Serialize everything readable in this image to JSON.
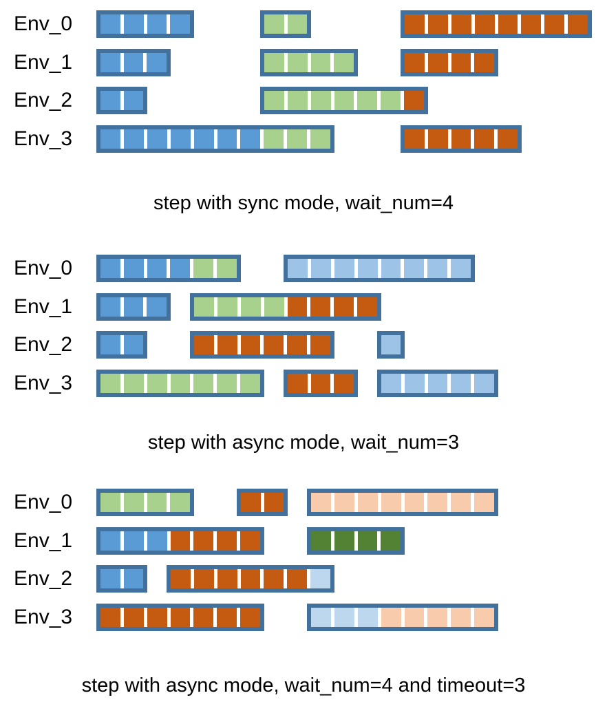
{
  "figure": {
    "background": "#ffffff",
    "palette": {
      "frame": "#41719C",
      "blue": "#5B9BD5",
      "green": "#A9D18E",
      "orange": "#C55A11",
      "lightblue": "#9DC3E6",
      "paleblue": "#BDD7EE",
      "peach": "#F8CBAD",
      "darkgreen": "#548235"
    },
    "panels": [
      {
        "caption": "step with sync mode, wait_num=4",
        "rows": [
          {
            "label": "Env_0",
            "bars": [
              {
                "start": 0,
                "cells": [
                  "blue",
                  "blue",
                  "blue",
                  "blue"
                ]
              },
              {
                "start": 7,
                "cells": [
                  "green",
                  "green"
                ]
              },
              {
                "start": 13,
                "cells": [
                  "orange",
                  "orange",
                  "orange",
                  "orange",
                  "orange",
                  "orange",
                  "orange",
                  "orange"
                ]
              }
            ]
          },
          {
            "label": "Env_1",
            "bars": [
              {
                "start": 0,
                "cells": [
                  "blue",
                  "blue",
                  "blue"
                ]
              },
              {
                "start": 7,
                "cells": [
                  "green",
                  "green",
                  "green",
                  "green"
                ]
              },
              {
                "start": 13,
                "cells": [
                  "orange",
                  "orange",
                  "orange",
                  "orange"
                ]
              }
            ]
          },
          {
            "label": "Env_2",
            "bars": [
              {
                "start": 0,
                "cells": [
                  "blue",
                  "blue"
                ]
              },
              {
                "start": 7,
                "cells": [
                  "green",
                  "green",
                  "green",
                  "green",
                  "green",
                  "green",
                  "orange"
                ]
              }
            ]
          },
          {
            "label": "Env_3",
            "bars": [
              {
                "start": 0,
                "cells": [
                  "blue",
                  "blue",
                  "blue",
                  "blue",
                  "blue",
                  "blue",
                  "blue",
                  "green",
                  "green",
                  "green"
                ]
              },
              {
                "start": 13,
                "cells": [
                  "orange",
                  "orange",
                  "orange",
                  "orange",
                  "orange"
                ]
              }
            ]
          }
        ]
      },
      {
        "caption": "step with async mode, wait_num=3",
        "rows": [
          {
            "label": "Env_0",
            "bars": [
              {
                "start": 0,
                "cells": [
                  "blue",
                  "blue",
                  "blue",
                  "blue",
                  "green",
                  "green"
                ]
              },
              {
                "start": 8,
                "cells": [
                  "lightblue",
                  "lightblue",
                  "lightblue",
                  "lightblue",
                  "lightblue",
                  "lightblue",
                  "lightblue",
                  "lightblue"
                ]
              }
            ]
          },
          {
            "label": "Env_1",
            "bars": [
              {
                "start": 0,
                "cells": [
                  "blue",
                  "blue",
                  "blue"
                ]
              },
              {
                "start": 4,
                "cells": [
                  "green",
                  "green",
                  "green",
                  "green",
                  "orange",
                  "orange",
                  "orange",
                  "orange"
                ]
              }
            ]
          },
          {
            "label": "Env_2",
            "bars": [
              {
                "start": 0,
                "cells": [
                  "blue",
                  "blue"
                ]
              },
              {
                "start": 4,
                "cells": [
                  "orange",
                  "orange",
                  "orange",
                  "orange",
                  "orange",
                  "orange"
                ]
              },
              {
                "start": 12,
                "cells": [
                  "lightblue"
                ]
              }
            ]
          },
          {
            "label": "Env_3",
            "bars": [
              {
                "start": 0,
                "cells": [
                  "green",
                  "green",
                  "green",
                  "green",
                  "green",
                  "green",
                  "green"
                ]
              },
              {
                "start": 8,
                "cells": [
                  "orange",
                  "orange",
                  "orange"
                ]
              },
              {
                "start": 12,
                "cells": [
                  "lightblue",
                  "lightblue",
                  "lightblue",
                  "lightblue",
                  "lightblue"
                ]
              }
            ]
          }
        ]
      },
      {
        "caption": "step with async mode, wait_num=4 and timeout=3",
        "rows": [
          {
            "label": "Env_0",
            "bars": [
              {
                "start": 0,
                "cells": [
                  "green",
                  "green",
                  "green",
                  "green"
                ]
              },
              {
                "start": 6,
                "cells": [
                  "orange",
                  "orange"
                ]
              },
              {
                "start": 9,
                "cells": [
                  "peach",
                  "peach",
                  "peach",
                  "peach",
                  "peach",
                  "peach",
                  "peach",
                  "peach"
                ]
              }
            ]
          },
          {
            "label": "Env_1",
            "bars": [
              {
                "start": 0,
                "cells": [
                  "blue",
                  "blue",
                  "blue",
                  "orange",
                  "orange",
                  "orange",
                  "orange"
                ]
              },
              {
                "start": 9,
                "cells": [
                  "darkgreen",
                  "darkgreen",
                  "darkgreen",
                  "darkgreen"
                ]
              }
            ]
          },
          {
            "label": "Env_2",
            "bars": [
              {
                "start": 0,
                "cells": [
                  "blue",
                  "blue"
                ]
              },
              {
                "start": 3,
                "cells": [
                  "orange",
                  "orange",
                  "orange",
                  "orange",
                  "orange",
                  "orange",
                  "paleblue"
                ]
              }
            ]
          },
          {
            "label": "Env_3",
            "bars": [
              {
                "start": 0,
                "cells": [
                  "orange",
                  "orange",
                  "orange",
                  "orange",
                  "orange",
                  "orange",
                  "orange"
                ]
              },
              {
                "start": 9,
                "cells": [
                  "paleblue",
                  "paleblue",
                  "paleblue",
                  "peach",
                  "peach",
                  "peach",
                  "peach",
                  "peach"
                ]
              }
            ]
          }
        ]
      }
    ]
  }
}
